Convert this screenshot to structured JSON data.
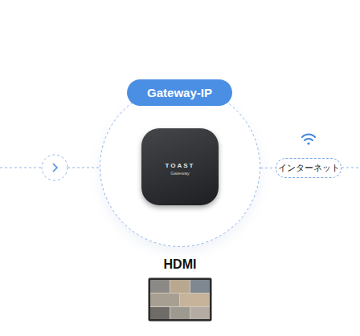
{
  "diagram": {
    "nodes": [
      {
        "text": [
          "Gateway-IP"
        ]
      },
      {
        "text": [
          "TOAST",
          "Gateway"
        ],
        "in": 0
      },
      {
        "text": [
          "インターネット"
        ]
      },
      {
        "text": [
          "HDMI"
        ]
      }
    ],
    "edges": [
      {
        "from": 0,
        "to": 2,
        "arrow": "none"
      }
    ]
  }
}
